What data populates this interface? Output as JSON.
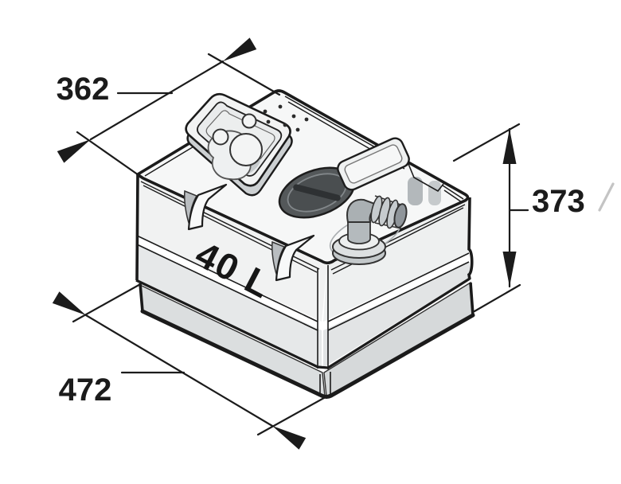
{
  "drawing": {
    "kind": "technical-dimension-drawing",
    "capacity_label": "40 L",
    "features": [
      "sender-mount-plate",
      "breather-holes",
      "filler-cap",
      "hose-connector-elbow",
      "label-recess",
      "strap-tab",
      "mounting-skirt"
    ]
  },
  "dimensions": {
    "width_label": "362",
    "height_label": "373",
    "length_label": "472"
  },
  "colors": {
    "background": "#ffffff",
    "ink": "#1b1b1b",
    "body_light": "#f6f7f7",
    "wall_light": "#f1f2f2",
    "mid_shade": "#e5e7e8",
    "skirt_shade": "#d9dcdd",
    "cap_dark": "#54585a",
    "fitting_gray": "#b4babd",
    "slash_gray": "#c4c4c4"
  }
}
